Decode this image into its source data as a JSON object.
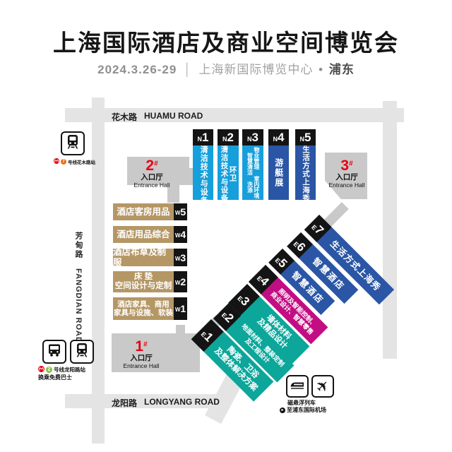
{
  "header": {
    "title": "上海国际酒店及商业空间博览会",
    "date": "2024.3.26-29",
    "separator": "│",
    "venue": "上海新国际博览中心",
    "bullet": "•",
    "district": "浦东"
  },
  "roads": {
    "huamu": {
      "zh": "花木路",
      "en": "HUAMU ROAD"
    },
    "fangdian": {
      "zh": "芳甸路",
      "en": "FANGDIAN ROAD"
    },
    "longyang": {
      "zh": "龙阳路",
      "en": "LONGYANG ROAD"
    }
  },
  "entrances": [
    {
      "num": "1",
      "hash": "#",
      "hall_zh": "入口厅",
      "hall_en": "Entrance Hall"
    },
    {
      "num": "2",
      "hash": "#",
      "hall_zh": "入口厅",
      "hall_en": "Entrance Hall"
    },
    {
      "num": "3",
      "hash": "#",
      "hall_zh": "入口厅",
      "hall_en": "Entrance Hall"
    }
  ],
  "halls_n": [
    {
      "id": "N1",
      "letter": "N",
      "num": "1",
      "cols": [
        "清洁技术与设备"
      ]
    },
    {
      "id": "N2",
      "letter": "N",
      "num": "2",
      "cols": [
        "清洁技术与设备",
        "环卫"
      ]
    },
    {
      "id": "N3",
      "letter": "N",
      "num": "3",
      "cols": [
        "智慧清洁 洗涤",
        "物业管理 室内环境"
      ]
    },
    {
      "id": "N4",
      "letter": "N",
      "num": "4",
      "cols": [
        "游艇展"
      ]
    },
    {
      "id": "N5",
      "letter": "N",
      "num": "5",
      "cols": [
        "生活方式上海秀"
      ]
    }
  ],
  "halls_w": [
    {
      "id": "W5",
      "letter": "W",
      "num": "5",
      "lines": [
        "酒店客房用品"
      ]
    },
    {
      "id": "W4",
      "letter": "W",
      "num": "4",
      "lines": [
        "酒店用品综合"
      ]
    },
    {
      "id": "W3",
      "letter": "W",
      "num": "3",
      "lines": [
        "酒店布草及制服"
      ]
    },
    {
      "id": "W2",
      "letter": "W",
      "num": "2",
      "lines": [
        "床 垫",
        "空间设计与定制"
      ]
    },
    {
      "id": "W1",
      "letter": "W",
      "num": "1",
      "lines": [
        "酒店家具、商用",
        "家具与设施、软装"
      ]
    }
  ],
  "halls_e": [
    {
      "id": "E1",
      "letter": "E",
      "num": "1",
      "lines": [
        "陶瓷、卫浴",
        "及整体解决方案"
      ]
    },
    {
      "id": "E2",
      "letter": "E",
      "num": "2",
      "lines": [
        "地面材料、整装定制",
        "及工程设计"
      ]
    },
    {
      "id": "E3",
      "letter": "E",
      "num": "3",
      "lines": [
        "墙体材料",
        "及精品设计"
      ]
    },
    {
      "id": "E4",
      "letter": "E",
      "num": "4",
      "lines": [
        "照明及智能控制、",
        "商业设计、智慧零售"
      ]
    },
    {
      "id": "E5",
      "letter": "E",
      "num": "5",
      "lines": [
        "智慧酒店"
      ]
    },
    {
      "id": "E6",
      "letter": "E",
      "num": "6",
      "lines": [
        "智慧酒店"
      ]
    },
    {
      "id": "E7",
      "letter": "E",
      "num": "7",
      "lines": [
        "生活方式上海秀"
      ]
    }
  ],
  "transit": {
    "huamu_station": {
      "line_num": "7",
      "label": "号线花木路站"
    },
    "longyang_station": {
      "line_num": "2",
      "label": "号线龙阳路站",
      "note": "换乘免费巴士"
    },
    "maglev": {
      "name": "磁悬浮列车",
      "dest": "至浦东国际机场"
    }
  },
  "colors": {
    "light_blue": "#169FDB",
    "dark_blue": "#2A56A5",
    "teal": "#0CA69A",
    "magenta": "#C30D82",
    "tan": "#B59765",
    "road": "#E4E4E4",
    "entrance": "#C9C9C9",
    "red": "#E50012",
    "line2": "#7FC241",
    "line7": "#ED7017",
    "metro_red": "#E60012"
  }
}
